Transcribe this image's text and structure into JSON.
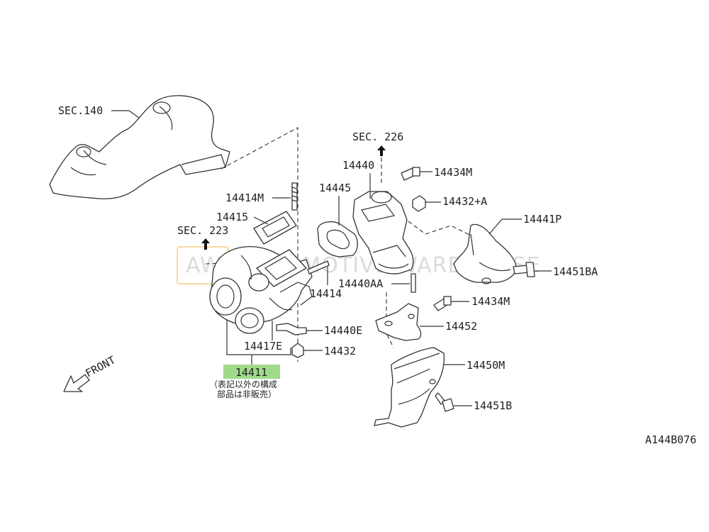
{
  "watermark": {
    "text": "AUTOMOTIVE WAREHOUSE",
    "logo_text": "AW"
  },
  "sections": {
    "sec140": "SEC.140",
    "sec226": "SEC. 226",
    "sec223": "SEC. 223"
  },
  "parts": {
    "p14440": "14440",
    "p14434M_top": "14434M",
    "p14445": "14445",
    "p14432A": "14432+A",
    "p14414M": "14414M",
    "p14441P": "14441P",
    "p14415": "14415",
    "p14451BA": "14451BA",
    "p14440AA": "14440AA",
    "p14414": "14414",
    "p14434M_mid": "14434M",
    "p14452": "14452",
    "p14440E": "14440E",
    "p14417E": "14417E",
    "p14432": "14432",
    "p14450M": "14450M",
    "p14411": "14411",
    "p14451B": "14451B"
  },
  "note_lines": [
    "（表記以外の構成",
    "部品は非販売）"
  ],
  "front_label": "FRONT",
  "diagram_code": "A144B076",
  "colors": {
    "highlight": "#9fd98a",
    "line": "#333333",
    "watermark": "#bfbfbf"
  }
}
